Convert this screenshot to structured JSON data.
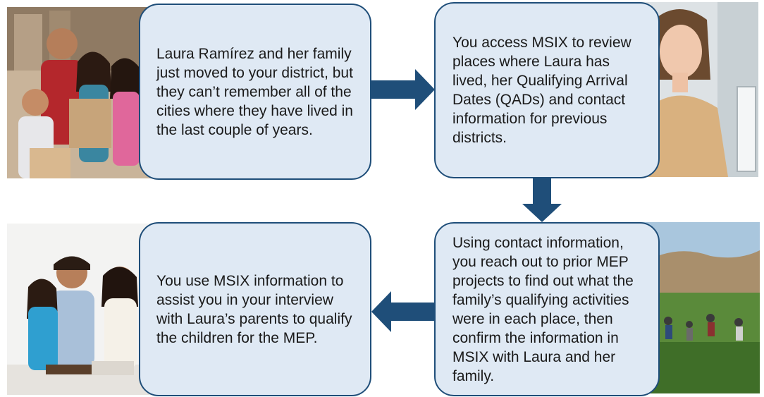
{
  "steps": [
    {
      "text": "Laura Ramírez and her family just moved to your district, but they can’t remember all of the cities where they have lived in the last couple of years."
    },
    {
      "text": "You access MSIX to review places where Laura has lived, her Qualifying Arrival Dates (QADs) and contact information for previous districts."
    },
    {
      "text": "Using contact information, you reach out to prior MEP projects to find out what the family’s qualifying activities were in each place, then confirm the information in MSIX with Laura and her family."
    },
    {
      "text": "You use MSIX information to assist you in your interview with Laura’s parents to qualify the children for the MEP."
    }
  ],
  "photos": [
    {
      "name": "family-moving-photo"
    },
    {
      "name": "woman-at-computer-photo"
    },
    {
      "name": "farmworkers-field-photo"
    },
    {
      "name": "family-interview-photo"
    }
  ],
  "colors": {
    "card_fill": "#dfe9f4",
    "card_border": "#1f4e79",
    "arrow": "#1f4e79"
  }
}
